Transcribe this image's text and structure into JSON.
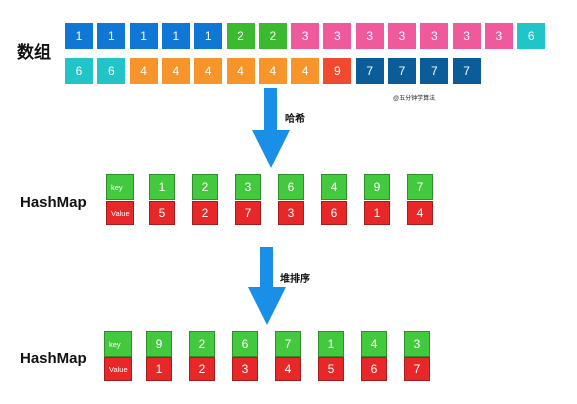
{
  "colors": {
    "c1": "#1177d4",
    "c2": "#3bba2f",
    "c3": "#ee5a9b",
    "c6": "#21c4c7",
    "c4": "#f7942a",
    "c9": "#ef4a2f",
    "c7": "#0b5d99",
    "key_green": "#43c93d",
    "value_red": "#e82828",
    "arrow": "#1a8fe8"
  },
  "array": {
    "label": "数组",
    "row1": [
      "1",
      "1",
      "1",
      "1",
      "1",
      "2",
      "2",
      "3",
      "3",
      "3",
      "3",
      "3",
      "3",
      "3",
      "6"
    ],
    "row2": [
      "6",
      "6",
      "4",
      "4",
      "4",
      "4",
      "4",
      "4",
      "9",
      "7",
      "7",
      "7",
      "7"
    ],
    "watermark": "@五分钟学算法"
  },
  "arrow1": {
    "label": "哈希"
  },
  "hashmap1": {
    "label": "HashMap",
    "key_label": "key",
    "value_label": "Value",
    "keys": [
      "1",
      "2",
      "3",
      "6",
      "4",
      "9",
      "7"
    ],
    "values": [
      "5",
      "2",
      "7",
      "3",
      "6",
      "1",
      "4"
    ]
  },
  "arrow2": {
    "label": "堆排序"
  },
  "hashmap2": {
    "label": "HashMap",
    "key_label": "key",
    "value_label": "Value",
    "keys": [
      "9",
      "2",
      "6",
      "7",
      "1",
      "4",
      "3"
    ],
    "values": [
      "1",
      "2",
      "3",
      "4",
      "5",
      "6",
      "7"
    ]
  }
}
